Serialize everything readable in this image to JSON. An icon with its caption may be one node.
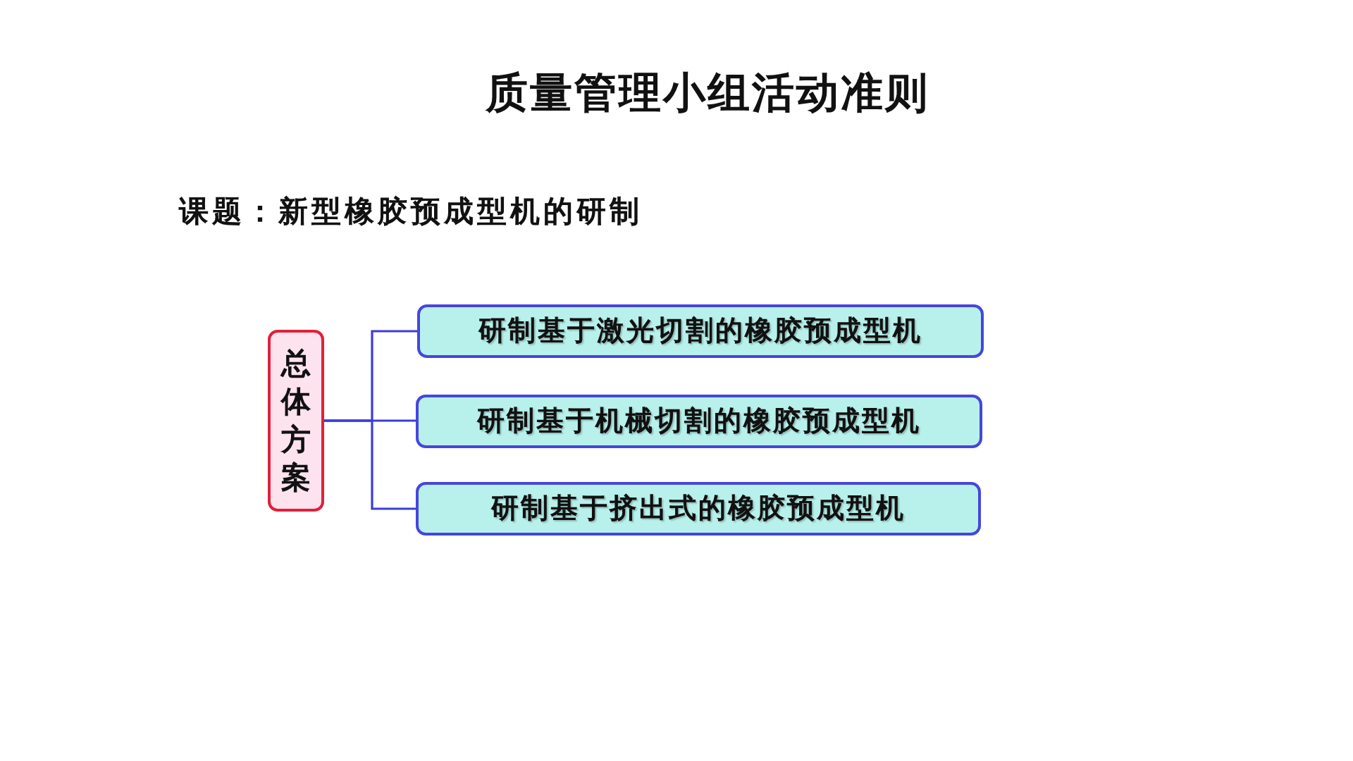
{
  "diagram": {
    "title": "质量管理小组活动准则",
    "nodes": [
      {
        "text": [
          "总体方案"
        ]
      },
      {
        "text": [
          "研制基于激光切割的橡胶预成型机"
        ]
      },
      {
        "text": [
          "研制基于机械切割的橡胶预成型机"
        ]
      },
      {
        "text": [
          "研制基于挤出式的橡胶预成型机"
        ]
      }
    ],
    "edges": [
      {
        "from": 0,
        "to": 1,
        "arrow": "none"
      },
      {
        "from": 0,
        "to": 2,
        "arrow": "none"
      },
      {
        "from": 0,
        "to": 3,
        "arrow": "none"
      }
    ],
    "labels": [
      "课题：新型橡胶预成型机的研制"
    ]
  }
}
